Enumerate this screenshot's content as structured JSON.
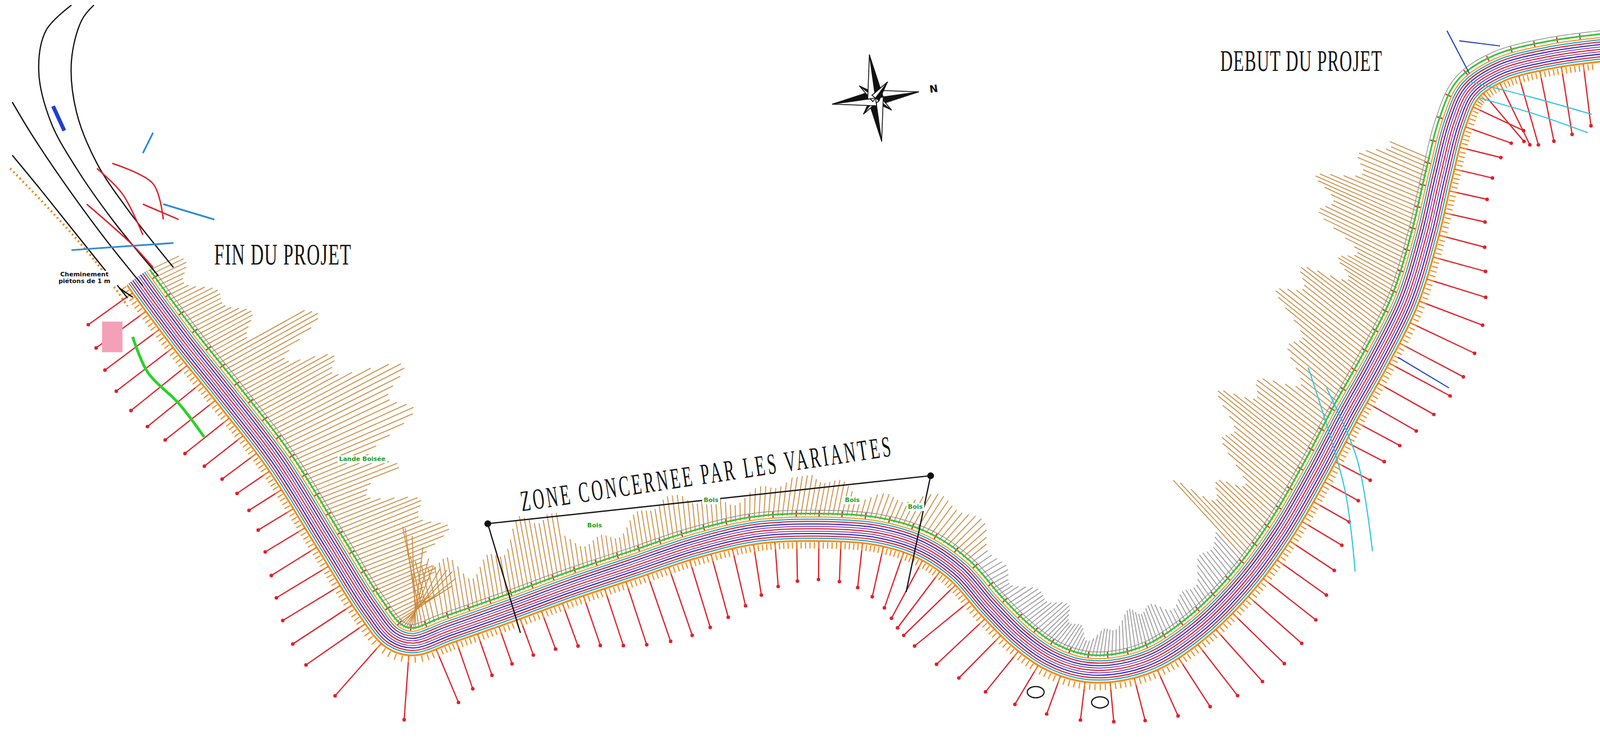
{
  "diagram": {
    "labels": [
      "DEBUT DU PROJET",
      "FIN DU PROJET",
      "ZONE CONCERNEE PAR LES VARIANTES",
      "N",
      "Lande Boisée",
      "Bois",
      "Bois",
      "Bois",
      "Bois",
      "Cheminement piétons de 1 m"
    ]
  }
}
